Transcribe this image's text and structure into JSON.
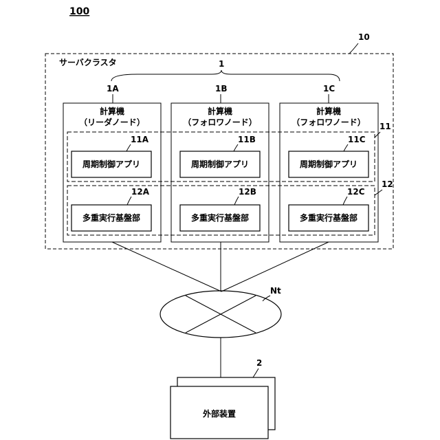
{
  "figure_number": "100",
  "cluster": {
    "ref": "10",
    "label": "サーバクラスタ"
  },
  "group_ref": "1",
  "app_layer_ref": "11",
  "platform_layer_ref": "12",
  "computers": [
    {
      "ref": "1A",
      "title": "計算機",
      "role": "（リーダノード）",
      "app_ref": "11A",
      "app_label": "周期制御アプリ",
      "platform_ref": "12A",
      "platform_label": "多重実行基盤部"
    },
    {
      "ref": "1B",
      "title": "計算機",
      "role": "（フォロワノード）",
      "app_ref": "11B",
      "app_label": "周期制御アプリ",
      "platform_ref": "12B",
      "platform_label": "多重実行基盤部"
    },
    {
      "ref": "1C",
      "title": "計算機",
      "role": "（フォロワノード）",
      "app_ref": "11C",
      "app_label": "周期制御アプリ",
      "platform_ref": "12C",
      "platform_label": "多重実行基盤部"
    }
  ],
  "network": {
    "ref": "Nt"
  },
  "external": {
    "ref": "2",
    "label": "外部装置"
  }
}
